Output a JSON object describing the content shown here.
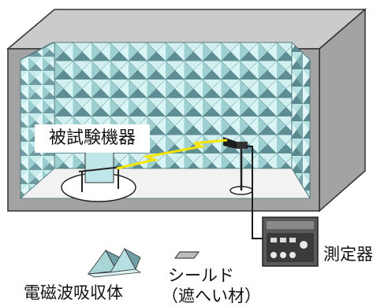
{
  "labels": {
    "eut": "被試験機器",
    "measuring_instrument": "測定器",
    "absorber_legend": "電磁波吸収体",
    "shield_legend_line1": "シールド",
    "shield_legend_line2": "（遮へい材）"
  },
  "colors": {
    "chamber_gray": "#a3a3a3",
    "chamber_top": "#cbcbcb",
    "absorber_light": "#e6fafa",
    "absorber_mid": "#a8d6d6",
    "absorber_dark": "#5f8f95",
    "cable_yellow": "#f5e400",
    "instrument_body": "#5a5a5a"
  }
}
